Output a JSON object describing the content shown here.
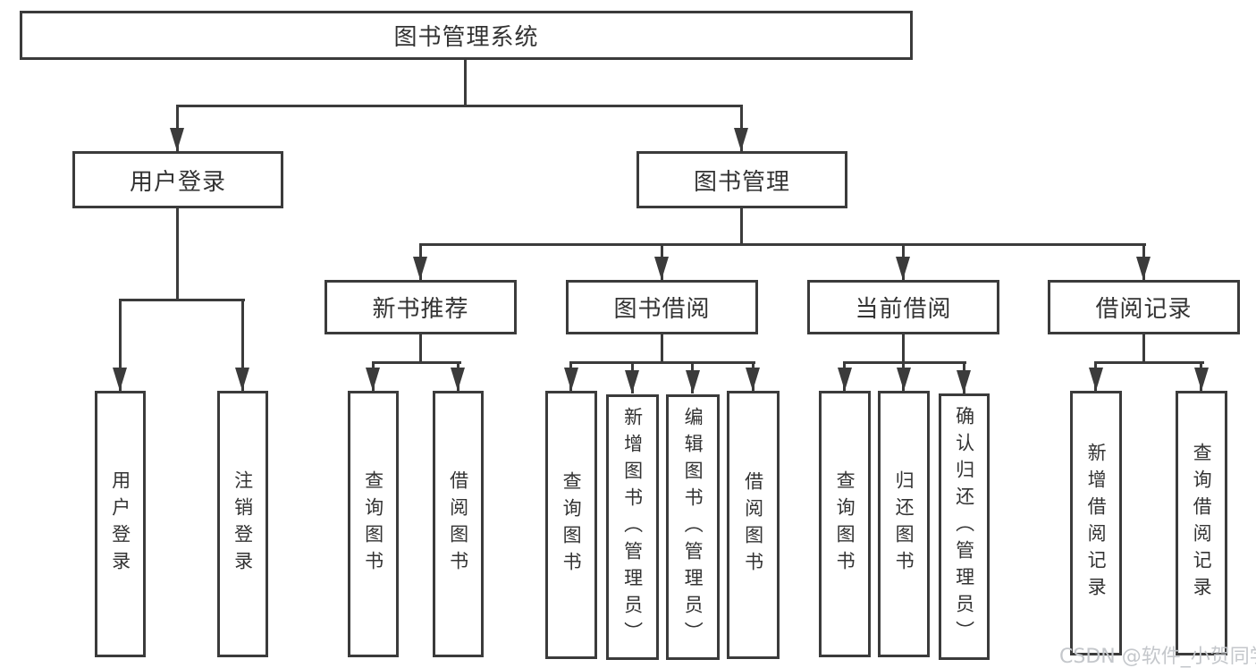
{
  "title": "图书管理系统",
  "watermark": "CSDN @软件_小贺同学",
  "colors": {
    "line": "#3b3b3b",
    "text": "#333333",
    "watermark": "#c4c7cb",
    "background": "#ffffff"
  },
  "tree": {
    "label": "图书管理系统",
    "children": [
      {
        "label": "用户登录",
        "children": [
          {
            "label": "用户登录"
          },
          {
            "label": "注销登录"
          }
        ]
      },
      {
        "label": "图书管理",
        "children": [
          {
            "label": "新书推荐",
            "children": [
              {
                "label": "查询图书"
              },
              {
                "label": "借阅图书"
              }
            ]
          },
          {
            "label": "图书借阅",
            "children": [
              {
                "label": "查询图书"
              },
              {
                "label": "新增图书（管理员）"
              },
              {
                "label": "编辑图书（管理员）"
              },
              {
                "label": "借阅图书"
              }
            ]
          },
          {
            "label": "当前借阅",
            "children": [
              {
                "label": "查询图书"
              },
              {
                "label": "归还图书"
              },
              {
                "label": "确认归还（管理员）"
              }
            ]
          },
          {
            "label": "借阅记录",
            "children": [
              {
                "label": "新增借阅记录"
              },
              {
                "label": "查询借阅记录"
              }
            ]
          }
        ]
      }
    ]
  }
}
